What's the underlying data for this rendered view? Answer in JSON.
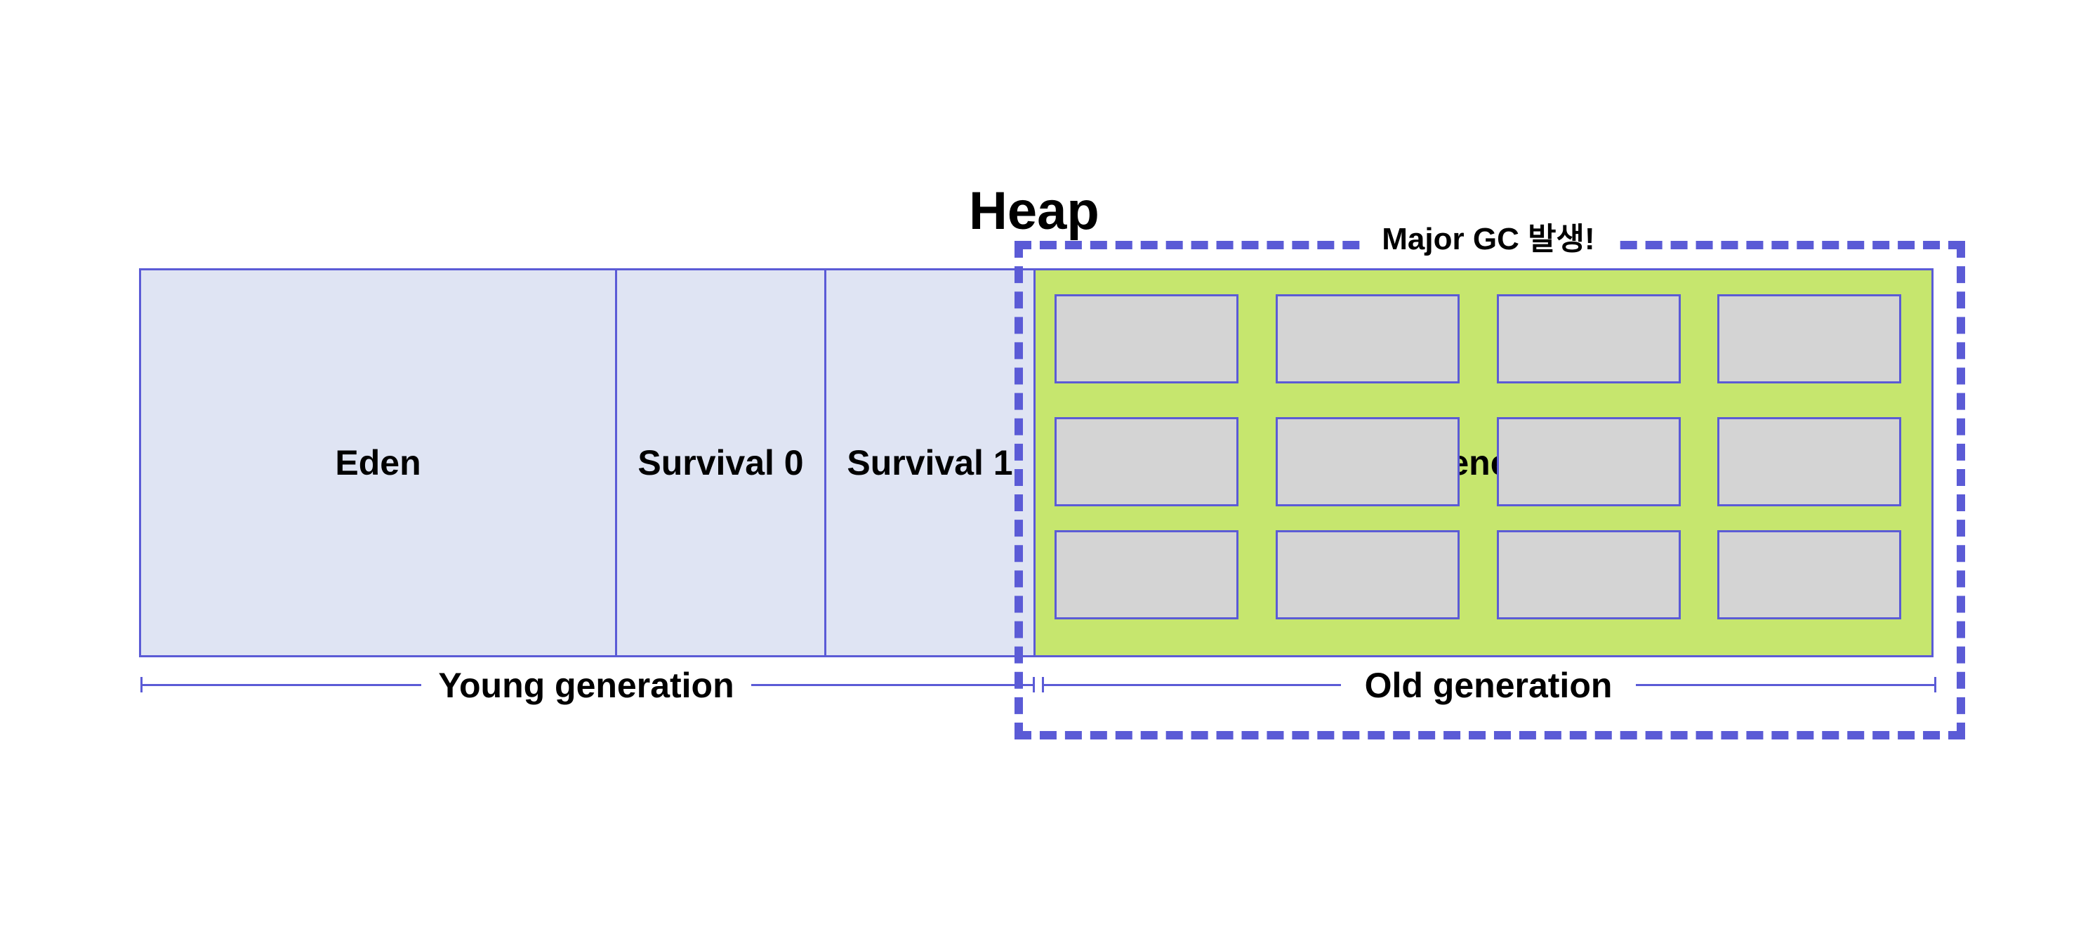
{
  "diagram": {
    "title": "Heap",
    "regions": {
      "eden": "Eden",
      "survival0": "Survival 0",
      "survival1": "Survival 1",
      "old": "Old generation"
    },
    "event_label": "Major GC 발생!",
    "brackets": {
      "young": "Young generation",
      "old": "Old generation"
    }
  },
  "colors": {
    "young_fill": "#dfe4f3",
    "old_fill": "#c6e66e",
    "object_fill": "#d4d4d4",
    "outline": "#5b5bd6"
  }
}
